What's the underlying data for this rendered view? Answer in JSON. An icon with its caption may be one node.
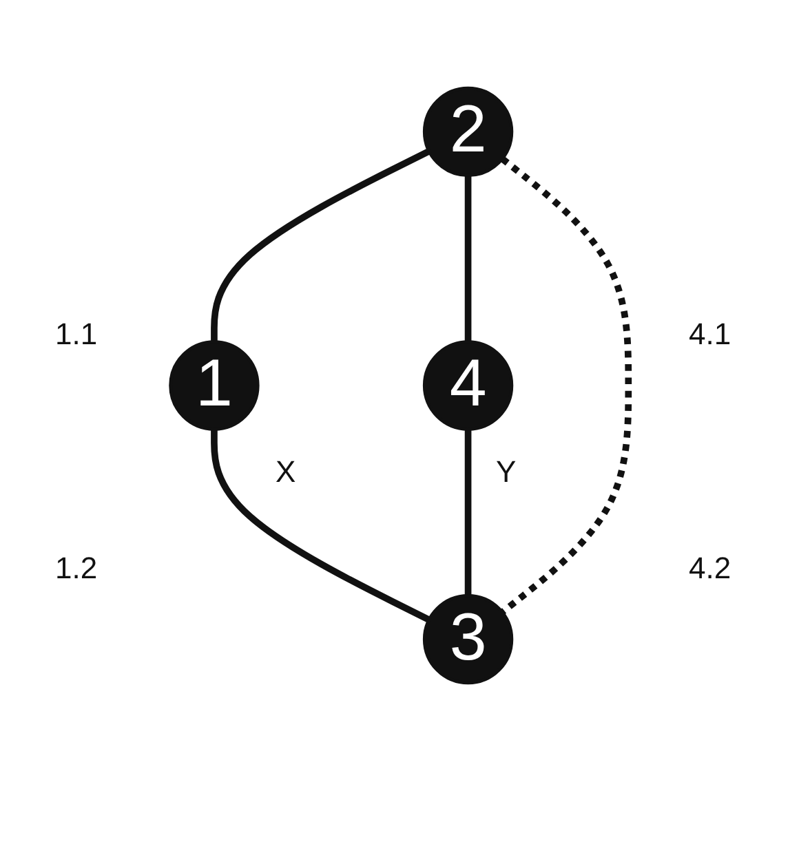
{
  "diagram": {
    "nodes": [
      {
        "text": [
          "1"
        ]
      },
      {
        "text": [
          "2"
        ]
      },
      {
        "text": [
          "3"
        ]
      },
      {
        "text": [
          "4"
        ]
      }
    ],
    "edges": [
      {
        "from": 1,
        "to": 0,
        "arrow": "none"
      },
      {
        "from": 1,
        "to": 3,
        "arrow": "none"
      },
      {
        "from": 0,
        "to": 2,
        "arrow": "none"
      },
      {
        "from": 3,
        "to": 2,
        "arrow": "none"
      },
      {
        "from": 1,
        "to": 2,
        "arrow": "none",
        "style": "dashed"
      }
    ],
    "labels": [
      "1.1",
      "4.1",
      "X",
      "Y",
      "1.2",
      "4.2"
    ]
  }
}
